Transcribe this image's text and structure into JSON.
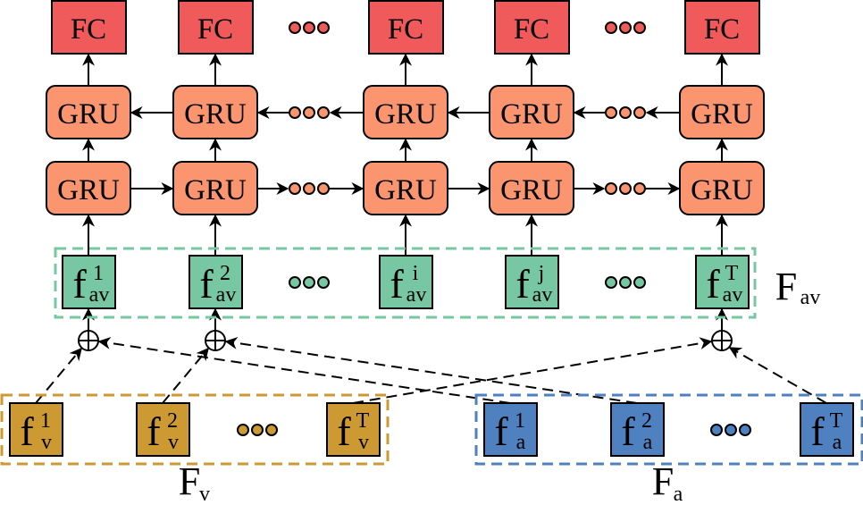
{
  "colors": {
    "fc": "#f05a5b",
    "gru": "#fb9570",
    "fav": "#77c8a2",
    "fv": "#cc9933",
    "fa": "#4f80c0",
    "fav_group": "#77c8a2",
    "fv_group": "#cc9933",
    "fa_group": "#4f80c0",
    "sub_dark": "#1a1a4a"
  },
  "fc_label": "FC",
  "gru_label": "GRU",
  "columns": [
    {
      "superscript": "1"
    },
    {
      "superscript": "2"
    },
    {
      "superscript": "i"
    },
    {
      "superscript": "j"
    },
    {
      "superscript": "T"
    }
  ],
  "fav": {
    "base": "f",
    "sub": "av"
  },
  "fv_items": [
    {
      "base": "f",
      "sub": "v",
      "superscript": "1"
    },
    {
      "base": "f",
      "sub": "v",
      "superscript": "2"
    },
    {
      "base": "f",
      "sub": "v",
      "superscript": "T"
    }
  ],
  "fa_items": [
    {
      "base": "f",
      "sub": "a",
      "superscript": "1"
    },
    {
      "base": "f",
      "sub": "a",
      "superscript": "2"
    },
    {
      "base": "f",
      "sub": "a",
      "superscript": "T"
    }
  ],
  "groups": {
    "fav": {
      "base": "F",
      "sub": "av"
    },
    "fv": {
      "base": "F",
      "sub": "v"
    },
    "fa": {
      "base": "F",
      "sub": "a"
    }
  },
  "fusion_symbol": "⊕"
}
